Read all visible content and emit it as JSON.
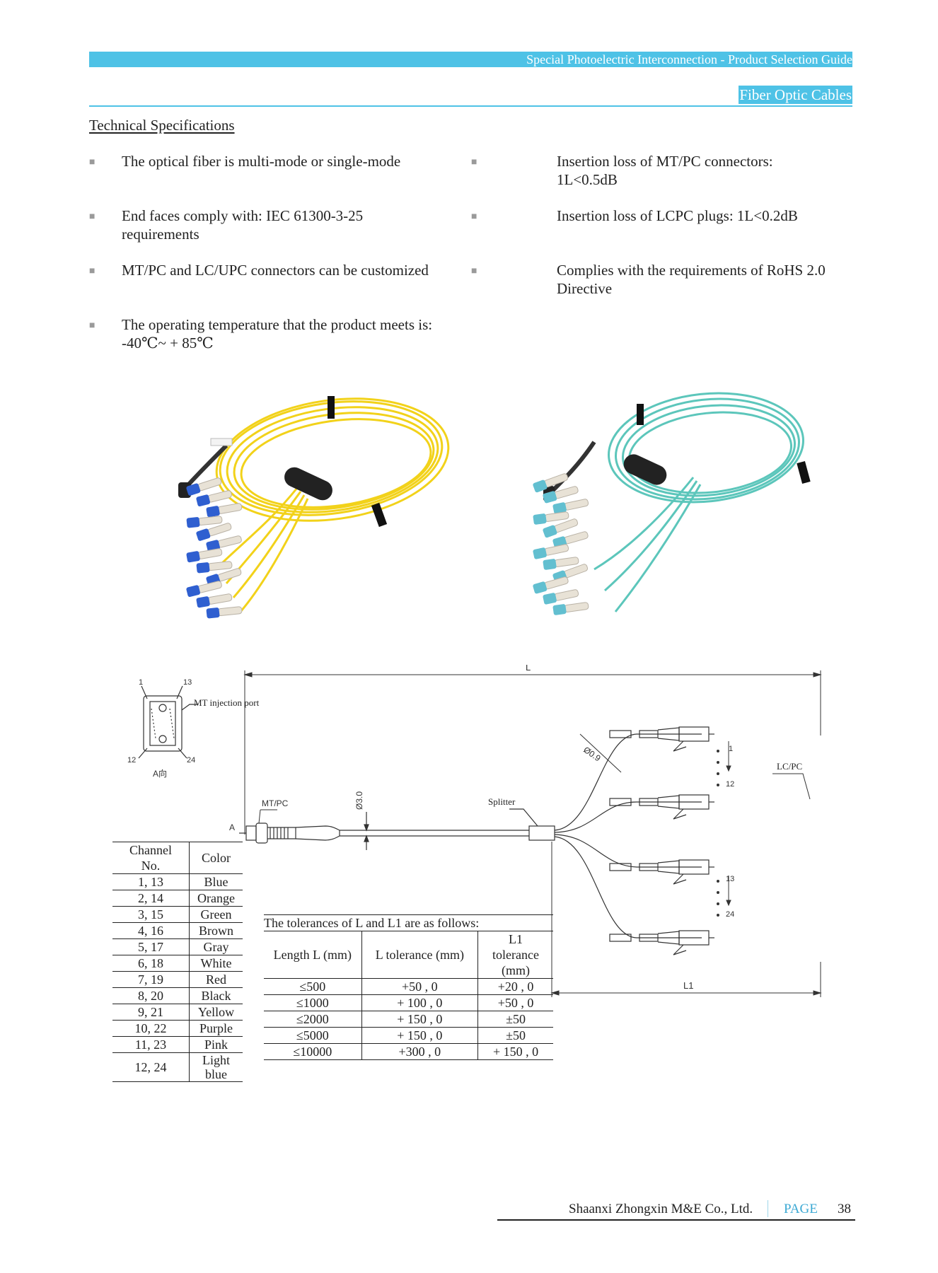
{
  "header": {
    "title": "Special Photoelectric Interconnection - Product Selection Guide",
    "section": "Fiber Optic Cables"
  },
  "specs": {
    "title": "Technical Specifications",
    "bullet_mark": "■",
    "left": [
      "The optical fiber is multi-mode or single-mode",
      "End faces comply with: IEC 61300-3-25 requirements",
      "MT/PC and LC/UPC connectors can be customized",
      "The operating temperature that the product meets is: -40℃~ + 85℃"
    ],
    "right": [
      "Insertion loss of MT/PC connectors: 1L<0.5dB",
      "Insertion loss of LCPC plugs: 1L<0.2dB",
      "Complies with the requirements of RoHS 2.0 Directive"
    ]
  },
  "photos": {
    "left_color": "#f2d21a",
    "right_color": "#5cc6bb",
    "left_connector_color": "#2f5fd0",
    "right_connector_color": "#62bfd0"
  },
  "diagram": {
    "mt_port_label": "MT injection port",
    "pin_1": "1",
    "pin_13": "13",
    "pin_12": "12",
    "pin_24": "24",
    "a_view": "A向",
    "a_marker": "A",
    "mtpc_label": "MT/PC",
    "diameter_main": "Ø3.0",
    "diameter_branch": "Ø0.9",
    "splitter_label": "Splitter",
    "lcpc_label": "LC/PC",
    "length_L": "L",
    "length_L1": "L1",
    "branch_1": "1",
    "branch_12": "12",
    "branch_13": "13",
    "branch_24": "24"
  },
  "channel_table": {
    "header_channel": "Channel No.",
    "header_color": "Color",
    "rows": [
      [
        "1, 13",
        "Blue"
      ],
      [
        "2, 14",
        "Orange"
      ],
      [
        "3, 15",
        "Green"
      ],
      [
        "4, 16",
        "Brown"
      ],
      [
        "5, 17",
        "Gray"
      ],
      [
        "6, 18",
        "White"
      ],
      [
        "7, 19",
        "Red"
      ],
      [
        "8, 20",
        "Black"
      ],
      [
        "9, 21",
        "Yellow"
      ],
      [
        "10, 22",
        "Purple"
      ],
      [
        "11, 23",
        "Pink"
      ],
      [
        "12, 24",
        "Light blue"
      ]
    ]
  },
  "tolerance_table": {
    "caption": "The tolerances of L and L1 are as follows:",
    "headers": [
      "Length L (mm)",
      "L tolerance (mm)",
      "L1 tolerance (mm)"
    ],
    "rows": [
      [
        "≤500",
        "+50 , 0",
        "+20 , 0"
      ],
      [
        "≤1000",
        "+ 100 , 0",
        "+50 , 0"
      ],
      [
        "≤2000",
        "+ 150 , 0",
        "±50"
      ],
      [
        "≤5000",
        "+ 150 , 0",
        "±50"
      ],
      [
        "≤10000",
        "+300 , 0",
        "+ 150 , 0"
      ]
    ]
  },
  "footer": {
    "company": "Shaanxi Zhongxin M&E Co., Ltd.",
    "page_label": "PAGE",
    "page_number": "38"
  }
}
